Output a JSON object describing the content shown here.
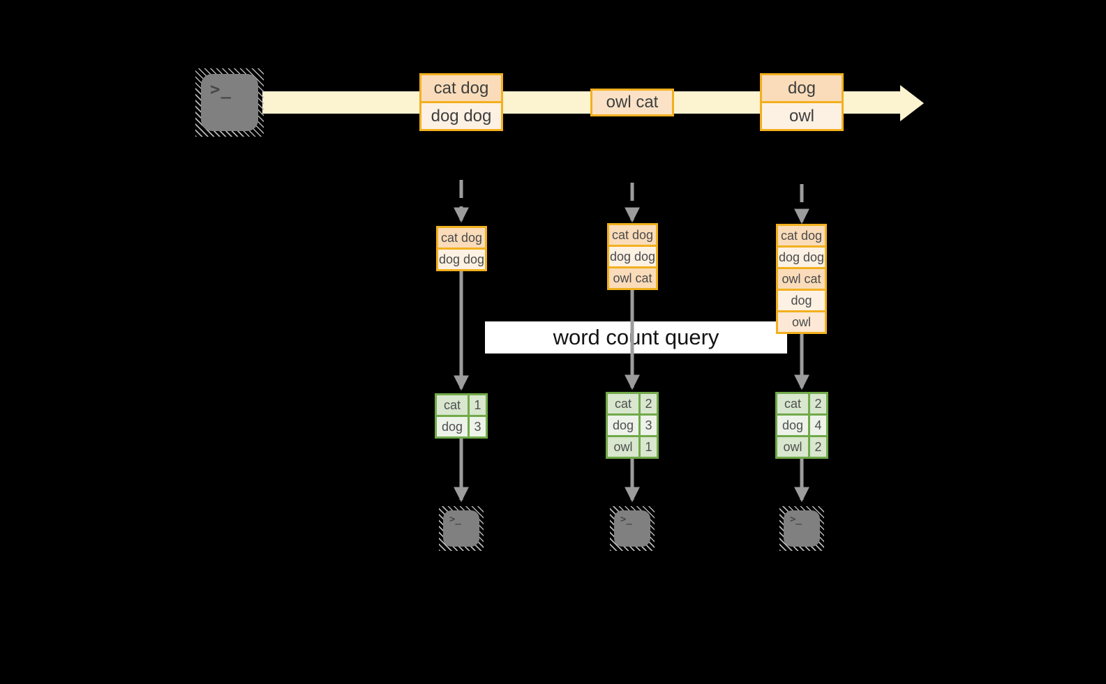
{
  "diagram": {
    "query_label": "word count query",
    "terminal_glyph": ">_",
    "timeline_events": [
      {
        "rows": [
          "cat dog",
          "dog dog"
        ]
      },
      {
        "rows": [
          "owl cat"
        ]
      },
      {
        "rows": [
          "dog",
          "owl"
        ]
      }
    ],
    "columns": [
      {
        "buffer_rows": [
          "cat dog",
          "dog dog"
        ],
        "count_rows": [
          {
            "word": "cat",
            "count": "1"
          },
          {
            "word": "dog",
            "count": "3"
          }
        ]
      },
      {
        "buffer_rows": [
          "cat dog",
          "dog dog",
          "owl cat"
        ],
        "count_rows": [
          {
            "word": "cat",
            "count": "2"
          },
          {
            "word": "dog",
            "count": "3"
          },
          {
            "word": "owl",
            "count": "1"
          }
        ]
      },
      {
        "buffer_rows": [
          "cat dog",
          "dog dog",
          "owl cat",
          "dog",
          "owl"
        ],
        "count_rows": [
          {
            "word": "cat",
            "count": "2"
          },
          {
            "word": "dog",
            "count": "4"
          },
          {
            "word": "owl",
            "count": "2"
          }
        ]
      }
    ],
    "colors": {
      "background": "#000000",
      "stream_band": "#FCF3D1",
      "accent_gold": "#F2B01E",
      "peach_dark": "#FADCBA",
      "peach_light": "#FDF1E3",
      "peach_mid": "#FBE2C6",
      "green_border": "#71A94A",
      "green_row_dark": "#D8E7CE",
      "green_row_light": "#EDF3E9",
      "arrow_gray": "#9C9C9C",
      "terminal_gray": "#808080",
      "label_bg": "#FFFFFF"
    }
  }
}
